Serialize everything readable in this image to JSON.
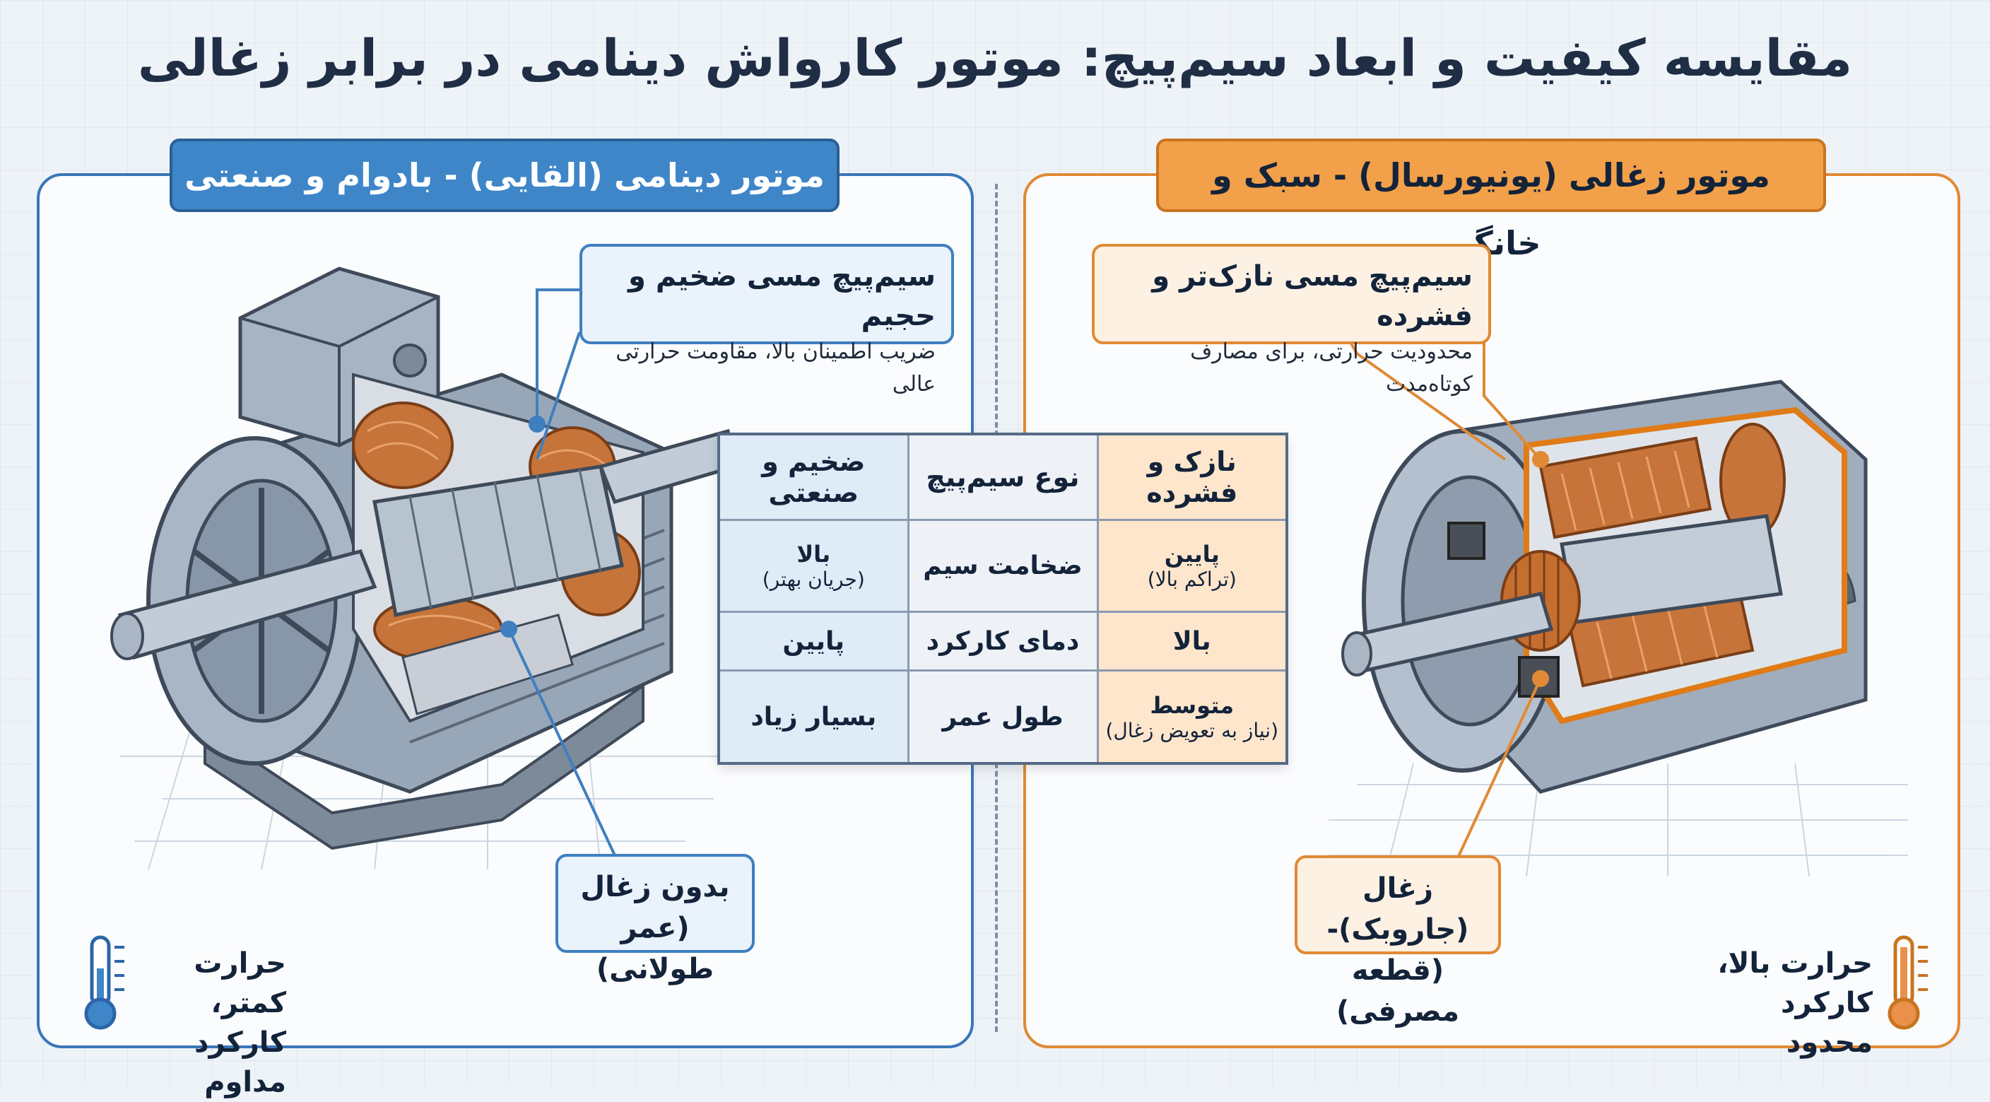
{
  "title": "مقایسه کیفیت و ابعاد سیم‌پیچ: موتور کارواش دینامی در برابر زغالی",
  "left_panel": {
    "header": "موتور دینامی (القایی) - بادوام و صنعتی",
    "callout_top": {
      "title": "سیم‌پیچ مسی ضخیم و حجیم",
      "subtitle": "ضریب اطمینان بالا، مقاومت حرارتی عالی"
    },
    "callout_bottom": {
      "line1": "بدون زغال",
      "line2": "(عمر طولانی)"
    },
    "thermometer": {
      "line1": "حرارت کمتر،",
      "line2": "کارکرد مداوم"
    },
    "accent_color": "#3f86c9"
  },
  "right_panel": {
    "header": "موتور زغالی (یونیورسال) - سبک و خانگی",
    "callout_top": {
      "title": "سیم‌پیچ مسی نازک‌تر و فشرده",
      "subtitle": "محدودیت حرارتی، برای مصارف کوتاه‌مدت"
    },
    "callout_bottom": {
      "line1": "زغال (جاروبک)-",
      "line2": "(قطعه مصرفی)"
    },
    "thermometer": {
      "line1": "حرارت بالا،",
      "line2": "کارکرد محدود"
    },
    "accent_color": "#f2a049"
  },
  "table": {
    "header": {
      "universal": "نازک و فشرده",
      "label": "نوع سیم‌پیچ",
      "induction": "ضخیم و صنعتی"
    },
    "rows": [
      {
        "universal": "پایین",
        "universal_note": "(تراکم بالا)",
        "label": "ضخامت سیم",
        "induction": "بالا",
        "induction_note": "(جریان بهتر)"
      },
      {
        "universal": "بالا",
        "universal_note": "",
        "label": "دمای کارکرد",
        "induction": "پایین",
        "induction_note": ""
      },
      {
        "universal": "متوسط",
        "universal_note": "(نیاز به تعویض زغال)",
        "label": "طول عمر",
        "induction": "بسیار زیاد",
        "induction_note": ""
      }
    ]
  },
  "icons": [
    "induction-motor-illustration",
    "universal-motor-illustration",
    "thermometer-cold-icon",
    "thermometer-hot-icon"
  ]
}
